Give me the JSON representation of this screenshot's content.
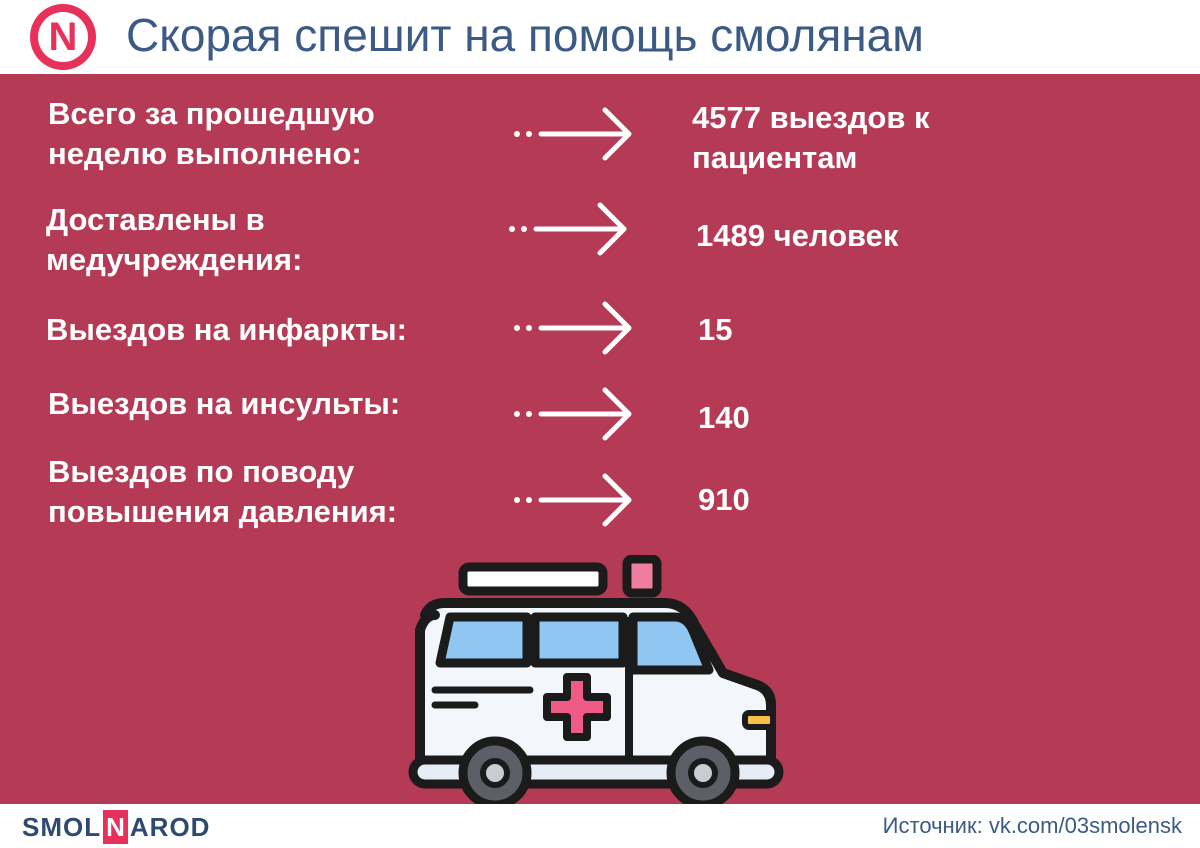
{
  "header": {
    "logo_letter": "N",
    "title": "Скорая спешит на помощь смолянам"
  },
  "stats": [
    {
      "label_line1": "Всего за прошедшую",
      "label_line2": "неделю выполнено:",
      "value_line1": "4577 выездов к",
      "value_line2": "пациентам"
    },
    {
      "label_line1": "Доставлены в",
      "label_line2": "медучреждения:",
      "value_line1": "1489 человек"
    },
    {
      "label_line1": "Выездов на инфаркты:",
      "value_line1": "15"
    },
    {
      "label_line1": "Выездов на инсульты:",
      "value_line1": "140"
    },
    {
      "label_line1": "Выездов по поводу",
      "label_line2": "повышения давления:",
      "value_line1": "910"
    }
  ],
  "illustration": {
    "icon": "ambulance-icon"
  },
  "footer": {
    "brand_part1": "SMOL",
    "brand_n": "N",
    "brand_part2": "AROD",
    "source": "Источник: vk.com/03smolensk"
  },
  "colors": {
    "panel": "#b53a55",
    "accent": "#e8315a",
    "title_text": "#3b5a86",
    "text_on_panel": "#ffffff"
  }
}
